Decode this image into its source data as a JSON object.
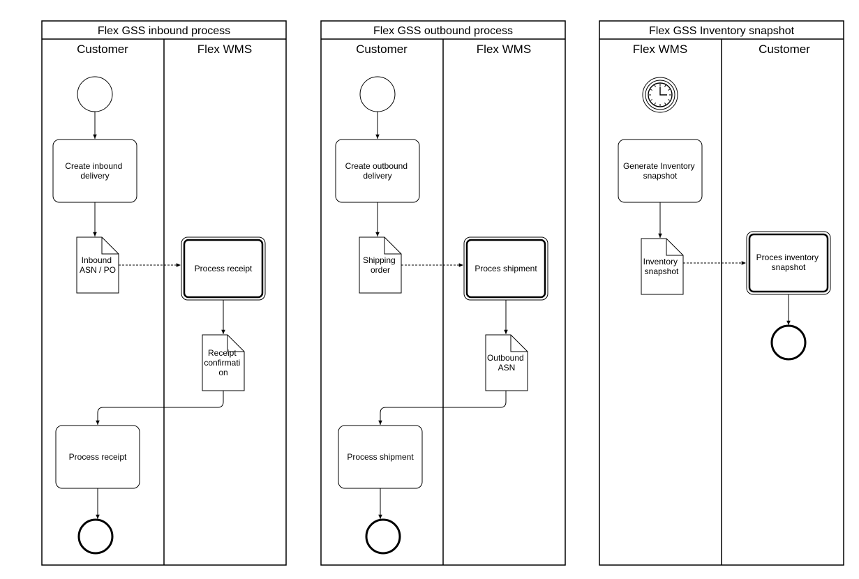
{
  "pools": [
    {
      "title": "Flex GSS inbound process",
      "lanes": [
        "Customer",
        "Flex WMS"
      ],
      "nodes": {
        "task1": [
          "Create inbound",
          "delivery"
        ],
        "doc1": [
          "Inbound",
          "ASN / PO"
        ],
        "task2": [
          "Process receipt"
        ],
        "doc2": [
          "Receipt",
          "confirmati",
          "on"
        ],
        "task3": [
          "Process receipt"
        ]
      }
    },
    {
      "title": "Flex GSS outbound process",
      "lanes": [
        "Customer",
        "Flex WMS"
      ],
      "nodes": {
        "task1": [
          "Create outbound",
          "delivery"
        ],
        "doc1": [
          "Shipping",
          "order"
        ],
        "task2": [
          "Proces shipment"
        ],
        "doc2": [
          "Outbound",
          "ASN"
        ],
        "task3": [
          "Process shipment"
        ]
      }
    },
    {
      "title": "Flex GSS Inventory snapshot",
      "lanes": [
        "Flex WMS",
        "Customer"
      ],
      "nodes": {
        "task1": [
          "Generate Inventory",
          "snapshot"
        ],
        "doc1": [
          "Inventory",
          "snapshot"
        ],
        "task2": [
          "Proces inventory",
          "snapshot"
        ]
      }
    }
  ]
}
